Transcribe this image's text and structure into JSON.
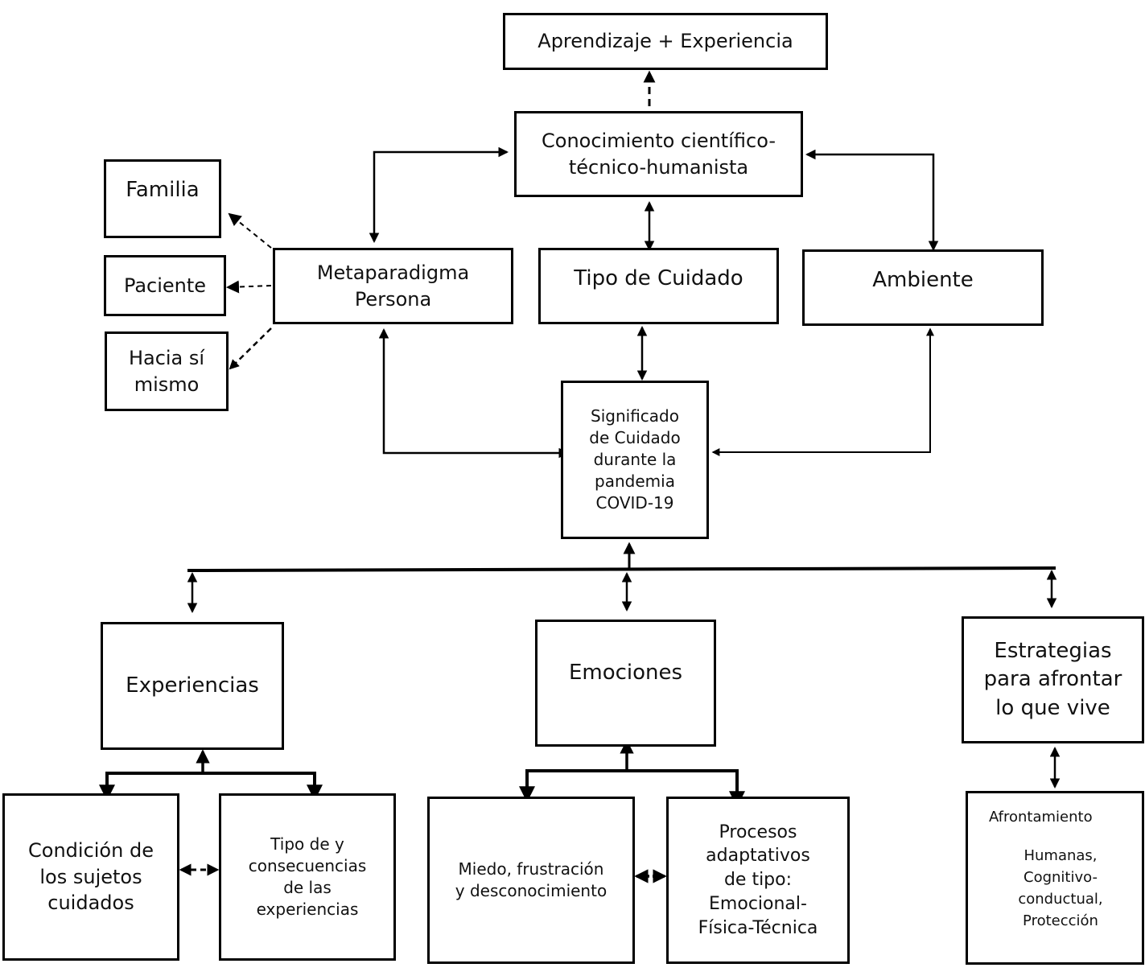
{
  "nodes": {
    "aprendizaje": "Aprendizaje + Experiencia",
    "conocimiento": "Conocimiento científico-\ntécnico-humanista",
    "familia": "Familia",
    "paciente": "Paciente",
    "hacia_si_mismo": "Hacia sí\nmismo",
    "metaparadigma_persona": "Metaparadigma\nPersona",
    "tipo_de_cuidado": "Tipo de Cuidado",
    "ambiente": "Ambiente",
    "significado": "Significado\nde Cuidado\ndurante la\npandemia\nCOVID-19",
    "experiencias": "Experiencias",
    "emociones": "Emociones",
    "estrategias": "Estrategias\npara afrontar\nlo que vive",
    "condicion": "Condición de\nlos sujetos\ncuidados",
    "tipo_consecuencias": "Tipo de y\nconsecuencias\nde las\nexperiencias",
    "miedo": "Miedo, frustración\ny desconocimiento",
    "procesos": "Procesos\nadaptativos\nde tipo:\nEmocional-\nFísica-Técnica",
    "afrontamiento_title": "Afrontamiento",
    "afrontamiento_body": "Humanas,\nCognitivo-\nconductual,\nProtección"
  },
  "colors": {
    "border": "#000000",
    "text": "#111111",
    "background": "#ffffff"
  }
}
